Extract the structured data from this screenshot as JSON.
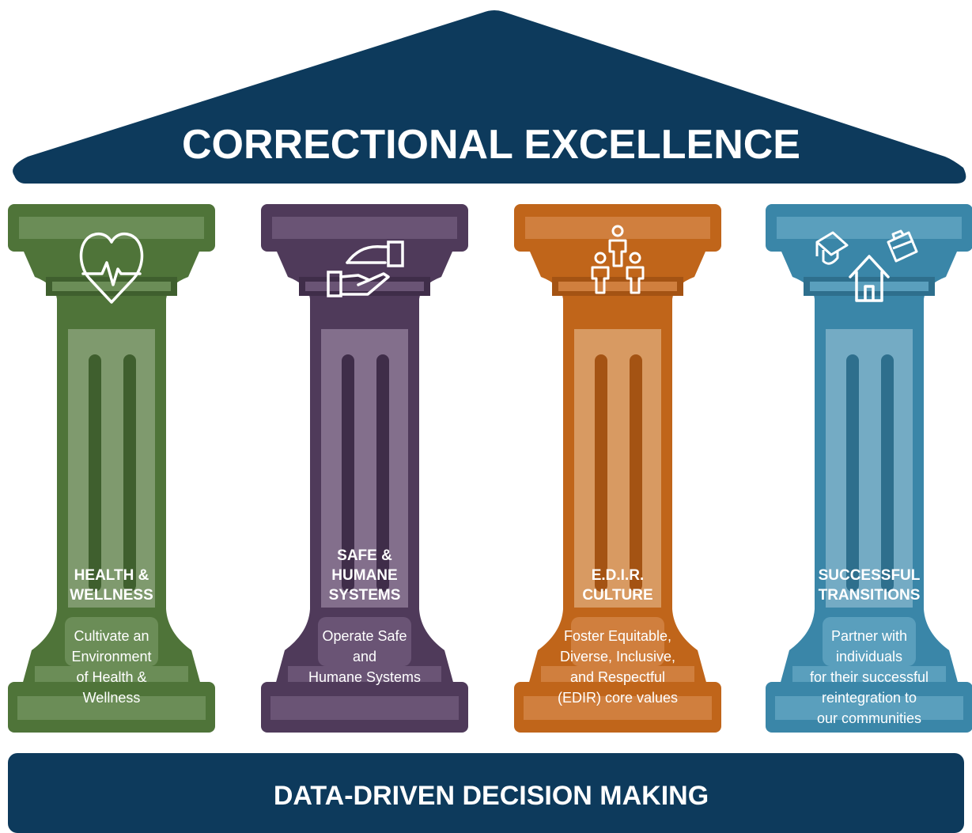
{
  "roof": {
    "title": "CORRECTIONAL EXCELLENCE",
    "color": "#0d3a5c"
  },
  "foundation": {
    "title": "DATA-DRIVEN DECISION MAKING",
    "color": "#0d3a5c"
  },
  "pillars": [
    {
      "id": "health-wellness",
      "icon": "heart-pulse-icon",
      "title_lines": [
        "HEALTH &",
        "WELLNESS"
      ],
      "desc_lines": [
        "Cultivate an",
        "Environment",
        "of Health &",
        "Wellness"
      ],
      "colors": {
        "base": "#4f7439",
        "dark": "#3f5f2e",
        "light": "#6b8d57",
        "shaft": "#7f9a6e"
      }
    },
    {
      "id": "safe-humane",
      "icon": "helping-hands-icon",
      "title_lines": [
        "SAFE &",
        "HUMANE",
        "SYSTEMS"
      ],
      "desc_lines": [
        "Operate Safe",
        "and",
        "Humane Systems"
      ],
      "colors": {
        "base": "#4f3a5a",
        "dark": "#3f2d49",
        "light": "#6a5475",
        "shaft": "#836f8c"
      }
    },
    {
      "id": "edir-culture",
      "icon": "people-group-icon",
      "title_lines": [
        "E.D.I.R.",
        "CULTURE"
      ],
      "desc_lines": [
        "Foster Equitable,",
        "Diverse, Inclusive,",
        "and Respectful",
        "(EDIR) core values"
      ],
      "colors": {
        "base": "#c0651a",
        "dark": "#a45313",
        "light": "#d07f3e",
        "shaft": "#d89a62"
      }
    },
    {
      "id": "successful-transitions",
      "icon": "house-education-career-icon",
      "title_lines": [
        "SUCCESSFUL",
        "TRANSITIONS"
      ],
      "desc_lines": [
        "Partner with",
        "individuals",
        "for their successful",
        "reintegration to",
        "our communities"
      ],
      "colors": {
        "base": "#3a86a8",
        "dark": "#2e6f8d",
        "light": "#5a9fbd",
        "shaft": "#74abc4"
      }
    }
  ]
}
